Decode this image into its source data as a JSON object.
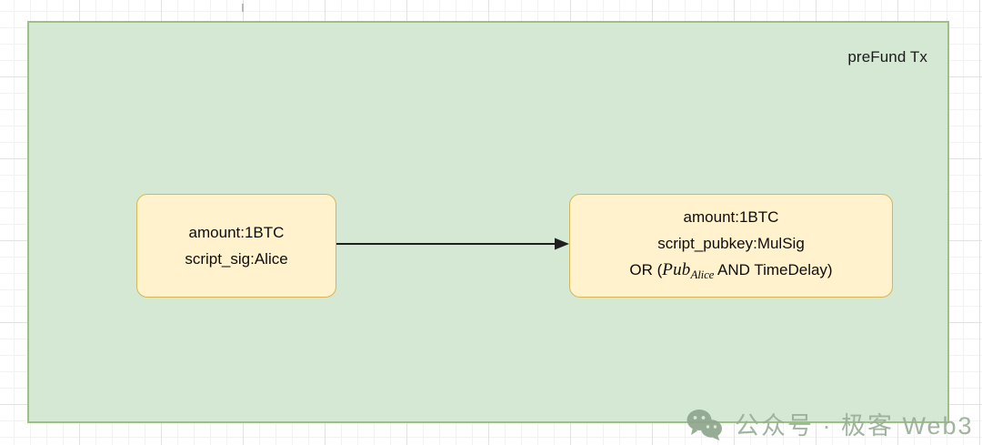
{
  "diagram": {
    "type": "transaction-flow",
    "background": {
      "canvas_color": "#ffffff",
      "grid_minor_color": "#f2f2f2",
      "grid_major_color": "#e2e2e2"
    },
    "container": {
      "label": "preFund Tx",
      "fill_color": "#d5e8d4",
      "border_color": "#9cc184"
    },
    "nodes": [
      {
        "id": "input-utxo",
        "fill_color": "#fff2cc",
        "border_color": "#d6b656",
        "lines": [
          "amount:1BTC",
          "script_sig:Alice"
        ]
      },
      {
        "id": "output-utxo",
        "fill_color": "#fff2cc",
        "border_color": "#d6b656",
        "lines": [
          "amount:1BTC",
          "script_pubkey:MulSig"
        ],
        "condition_line": {
          "prefix": "OR (",
          "math_base": "Pub",
          "math_subscript": "Alice",
          "suffix": " AND TimeDelay)"
        }
      }
    ],
    "connector": {
      "id": "input-to-output-arrow",
      "color": "#1f1f1f",
      "direction": "right"
    }
  },
  "watermark": {
    "icon": "wechat-icon",
    "text": "公众号 · 极客 Web3",
    "color": "#9aae97"
  }
}
